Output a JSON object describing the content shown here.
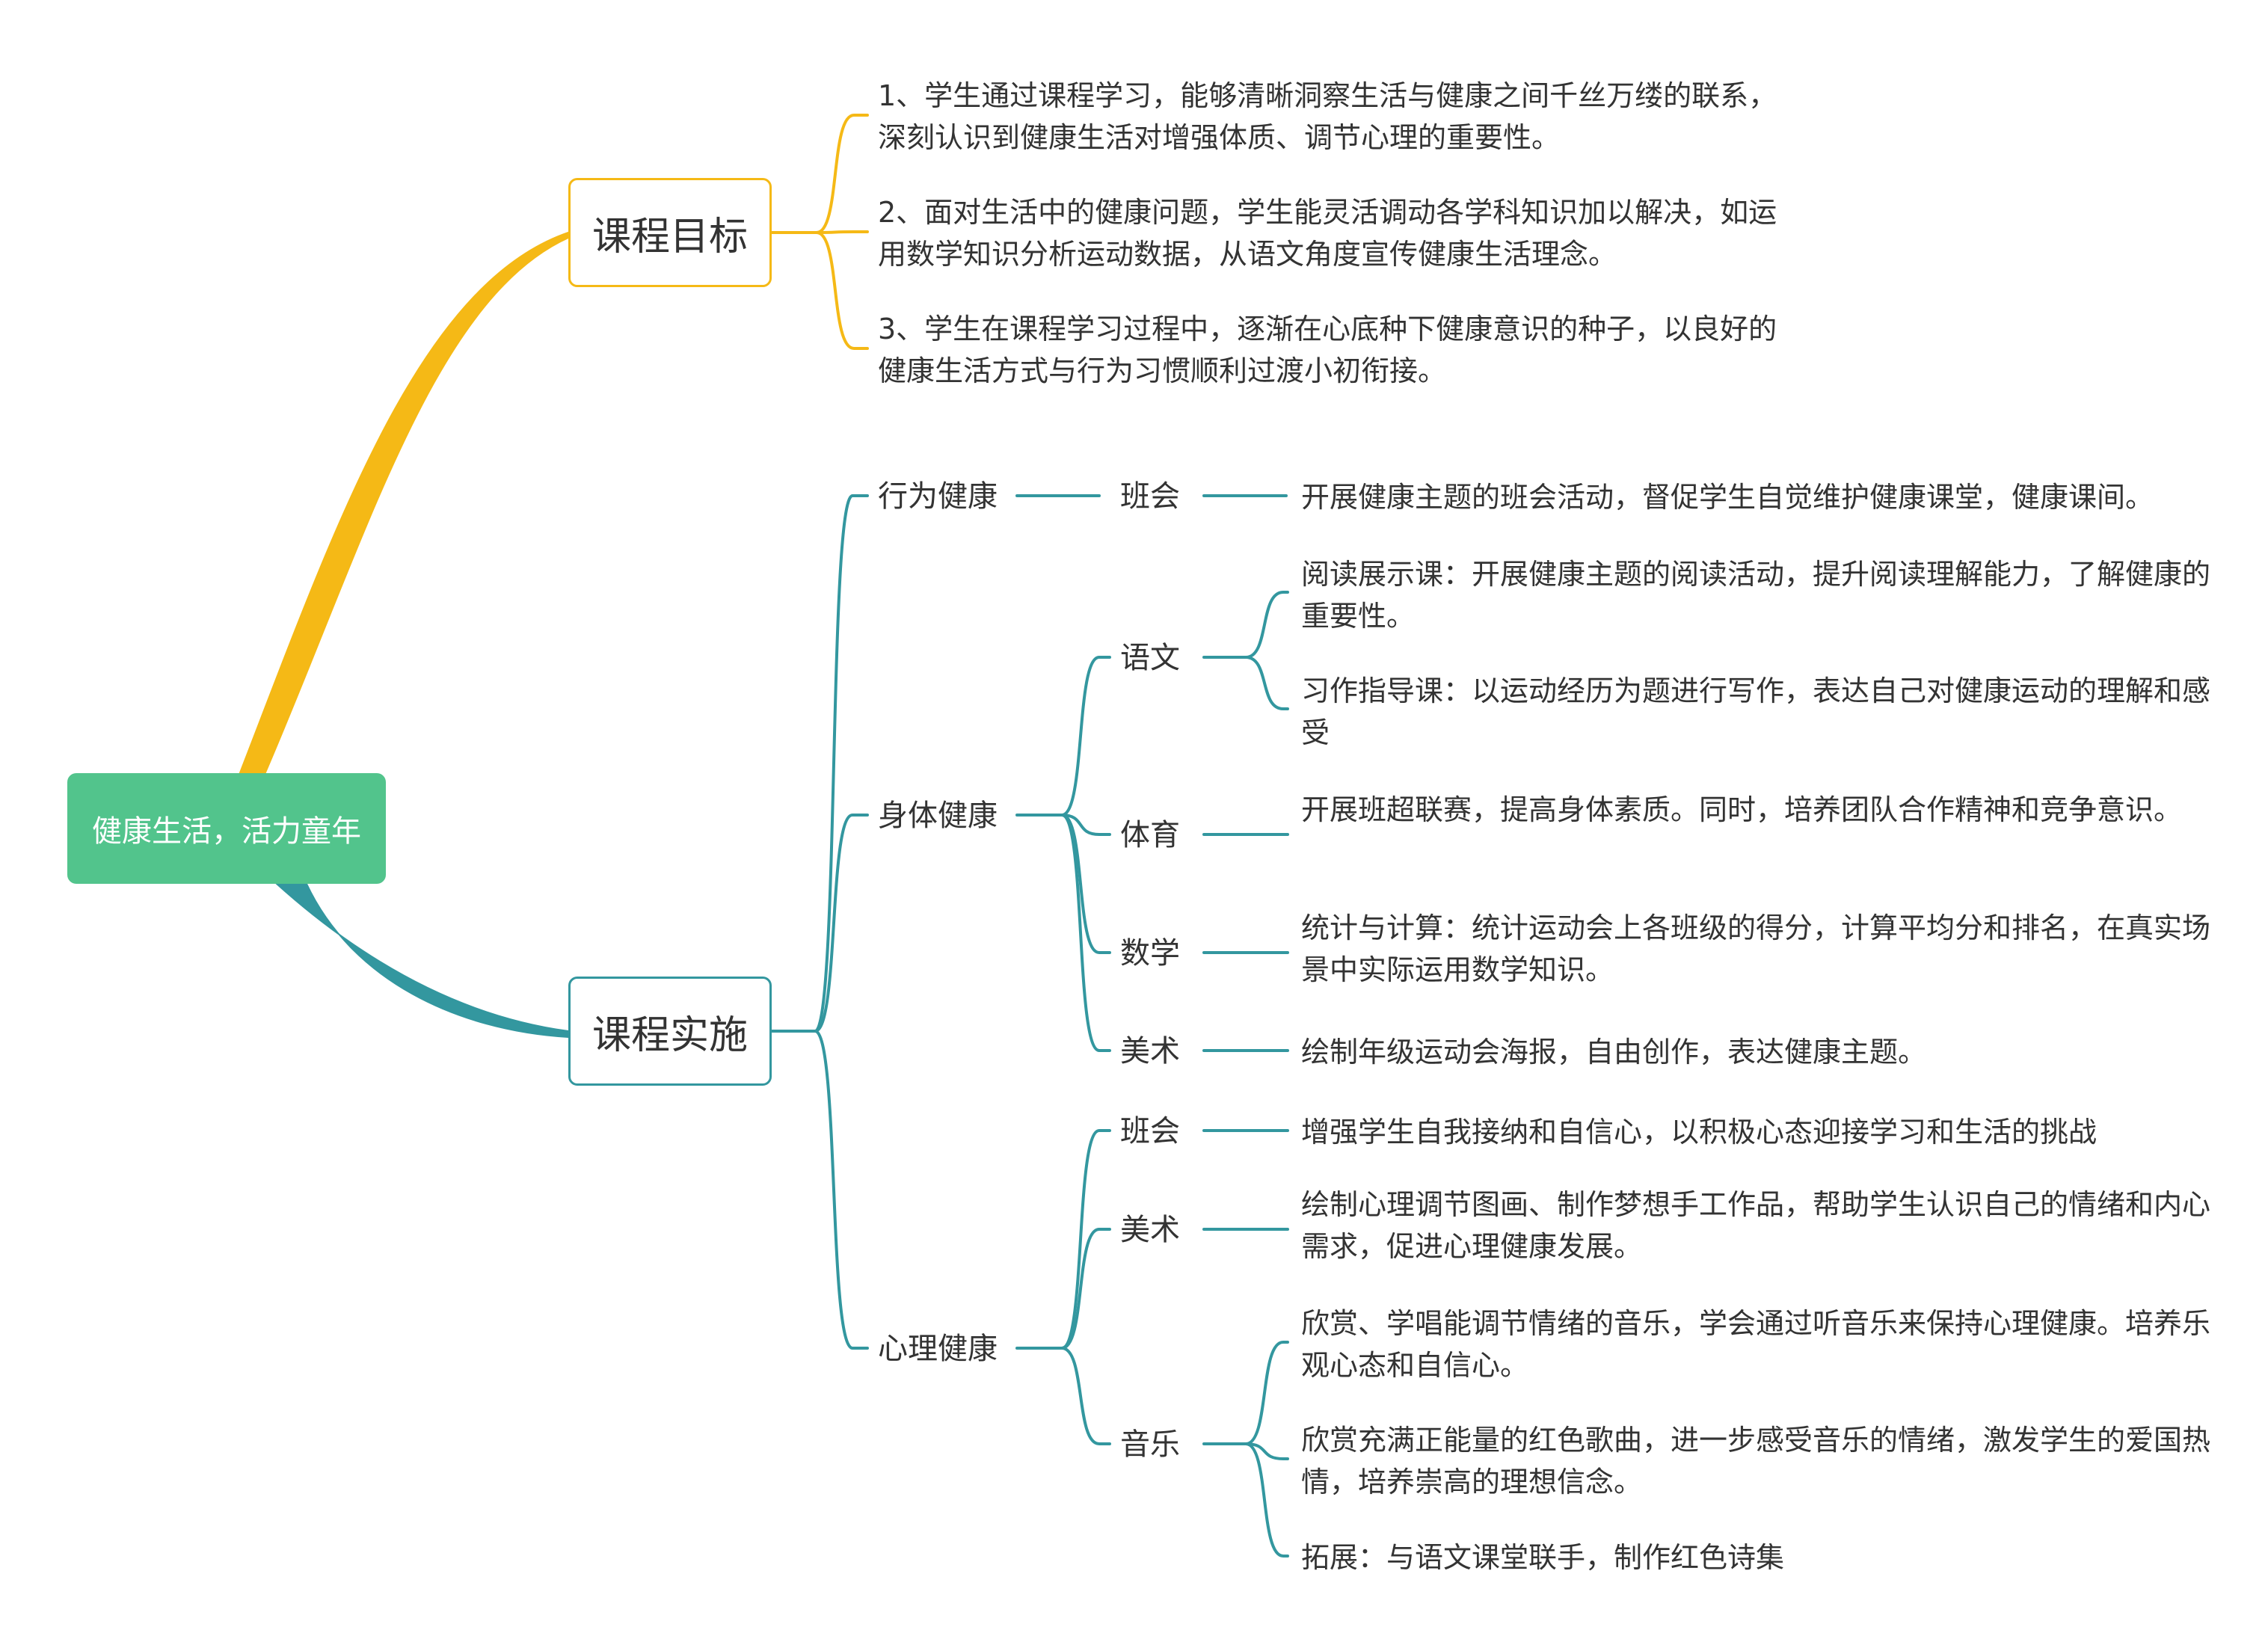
{
  "colors": {
    "root": "#52c48c",
    "goal": "#f5b916",
    "impl": "#33979f"
  },
  "root": {
    "label": "健康生活，活力童年"
  },
  "goal": {
    "label": "课程目标",
    "items": [
      "1、学生通过课程学习，能够清晰洞察生活与健康之间千丝万缕的联系，深刻认识到健康生活对增强体质、调节心理的重要性。",
      "2、面对生活中的健康问题，学生能灵活调动各学科知识加以解决，如运用数学知识分析运动数据，从语文角度宣传健康生活理念。",
      "3、学生在课程学习过程中，逐渐在心底种下健康意识的种子，以良好的健康生活方式与行为习惯顺利过渡小初衔接。"
    ]
  },
  "impl": {
    "label": "课程实施",
    "groups": [
      {
        "label": "行为健康",
        "subjects": [
          {
            "label": "班会",
            "items": [
              "开展健康主题的班会活动，督促学生自觉维护健康课堂，健康课间。"
            ]
          }
        ]
      },
      {
        "label": "身体健康",
        "subjects": [
          {
            "label": "语文",
            "items": [
              "阅读展示课：开展健康主题的阅读活动，提升阅读理解能力，了解健康的重要性。",
              "习作指导课：以运动经历为题进行写作，表达自己对健康运动的理解和感受"
            ]
          },
          {
            "label": "体育",
            "items": [
              "开展班超联赛，提高身体素质。同时，培养团队合作精神和竞争意识。"
            ]
          },
          {
            "label": "数学",
            "items": [
              "统计与计算：统计运动会上各班级的得分，计算平均分和排名，在真实场景中实际运用数学知识。"
            ]
          },
          {
            "label": "美术",
            "items": [
              "绘制年级运动会海报，自由创作，表达健康主题。"
            ]
          }
        ]
      },
      {
        "label": "心理健康",
        "subjects": [
          {
            "label": "班会",
            "items": [
              "增强学生自我接纳和自信心，以积极心态迎接学习和生活的挑战"
            ]
          },
          {
            "label": "美术",
            "items": [
              "绘制心理调节图画、制作梦想手工作品，帮助学生认识自己的情绪和内心需求，促进心理健康发展。"
            ]
          },
          {
            "label": "音乐",
            "items": [
              "欣赏、学唱能调节情绪的音乐，学会通过听音乐来保持心理健康。培养乐观心态和自信心。",
              "欣赏充满正能量的红色歌曲，进一步感受音乐的情绪，激发学生的爱国热情，培养崇高的理想信念。",
              "拓展：与语文课堂联手，制作红色诗集"
            ]
          }
        ]
      }
    ]
  }
}
